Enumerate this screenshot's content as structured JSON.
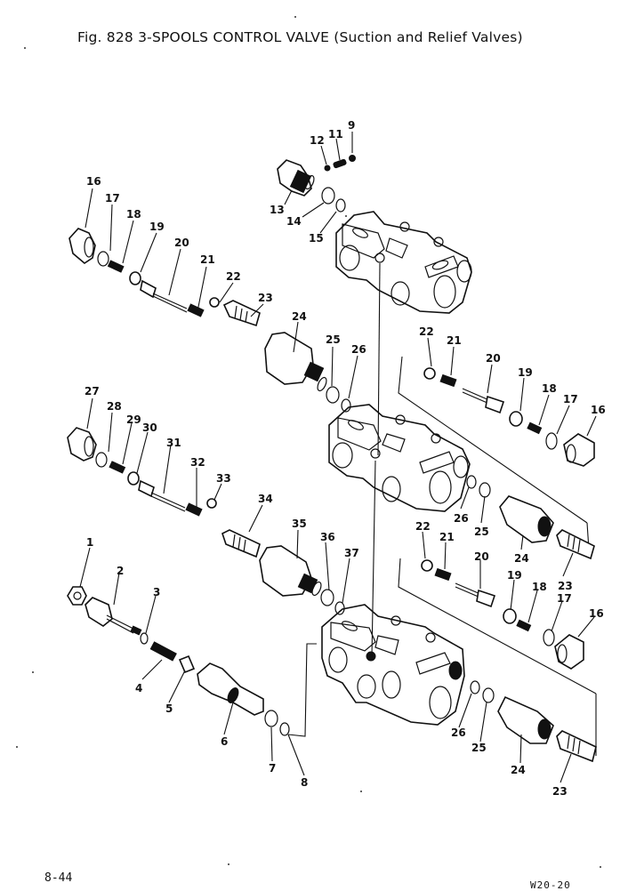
{
  "header": {
    "title": "Fig. 828 3-SPOOLS CONTROL VALVE (Suction and Relief Valves)"
  },
  "footer": {
    "page_number": "8-44",
    "code": "W20-20"
  },
  "diagram": {
    "type": "exploded parts diagram",
    "assemblies": [
      {
        "name": "top valve section",
        "callouts": [
          "9",
          "11",
          "12",
          "13",
          "14",
          "15",
          "16",
          "17",
          "18",
          "19",
          "20",
          "21",
          "22",
          "23",
          "24",
          "25",
          "26"
        ]
      },
      {
        "name": "middle valve section",
        "callouts": [
          "27",
          "28",
          "29",
          "30",
          "31",
          "32",
          "33",
          "34",
          "35",
          "36",
          "37",
          "22",
          "21",
          "20",
          "19",
          "18",
          "17",
          "16",
          "26",
          "25",
          "24",
          "23"
        ]
      },
      {
        "name": "bottom valve section",
        "callouts": [
          "1",
          "2",
          "3",
          "4",
          "5",
          "6",
          "7",
          "8",
          "22",
          "21",
          "20",
          "19",
          "18",
          "17",
          "16",
          "26",
          "25",
          "24",
          "23"
        ]
      }
    ],
    "labels": [
      {
        "id": "9",
        "text": "9"
      },
      {
        "id": "11",
        "text": "11"
      },
      {
        "id": "12",
        "text": "12"
      },
      {
        "id": "13",
        "text": "13"
      },
      {
        "id": "14",
        "text": "14"
      },
      {
        "id": "15",
        "text": "15"
      },
      {
        "id": "16a",
        "text": "16"
      },
      {
        "id": "17a",
        "text": "17"
      },
      {
        "id": "18a",
        "text": "18"
      },
      {
        "id": "19a",
        "text": "19"
      },
      {
        "id": "20a",
        "text": "20"
      },
      {
        "id": "21a",
        "text": "21"
      },
      {
        "id": "22a",
        "text": "22"
      },
      {
        "id": "23a",
        "text": "23"
      },
      {
        "id": "24a",
        "text": "24"
      },
      {
        "id": "25a",
        "text": "25"
      },
      {
        "id": "26a",
        "text": "26"
      },
      {
        "id": "22b",
        "text": "22"
      },
      {
        "id": "21b",
        "text": "21"
      },
      {
        "id": "20b",
        "text": "20"
      },
      {
        "id": "19b",
        "text": "19"
      },
      {
        "id": "18b",
        "text": "18"
      },
      {
        "id": "17b",
        "text": "17"
      },
      {
        "id": "16b",
        "text": "16"
      },
      {
        "id": "27",
        "text": "27"
      },
      {
        "id": "28",
        "text": "28"
      },
      {
        "id": "29",
        "text": "29"
      },
      {
        "id": "30",
        "text": "30"
      },
      {
        "id": "31",
        "text": "31"
      },
      {
        "id": "32",
        "text": "32"
      },
      {
        "id": "33",
        "text": "33"
      },
      {
        "id": "34",
        "text": "34"
      },
      {
        "id": "35",
        "text": "35"
      },
      {
        "id": "36",
        "text": "36"
      },
      {
        "id": "37",
        "text": "37"
      },
      {
        "id": "26b",
        "text": "26"
      },
      {
        "id": "25b",
        "text": "25"
      },
      {
        "id": "24b",
        "text": "24"
      },
      {
        "id": "23b",
        "text": "23"
      },
      {
        "id": "22c",
        "text": "22"
      },
      {
        "id": "21c",
        "text": "21"
      },
      {
        "id": "20c",
        "text": "20"
      },
      {
        "id": "19c",
        "text": "19"
      },
      {
        "id": "18c",
        "text": "18"
      },
      {
        "id": "17c",
        "text": "17"
      },
      {
        "id": "16c",
        "text": "16"
      },
      {
        "id": "1",
        "text": "1"
      },
      {
        "id": "2",
        "text": "2"
      },
      {
        "id": "3",
        "text": "3"
      },
      {
        "id": "4",
        "text": "4"
      },
      {
        "id": "5",
        "text": "5"
      },
      {
        "id": "6",
        "text": "6"
      },
      {
        "id": "7",
        "text": "7"
      },
      {
        "id": "8",
        "text": "8"
      },
      {
        "id": "26c",
        "text": "26"
      },
      {
        "id": "25c",
        "text": "25"
      },
      {
        "id": "24c",
        "text": "24"
      },
      {
        "id": "23c",
        "text": "23"
      }
    ]
  }
}
